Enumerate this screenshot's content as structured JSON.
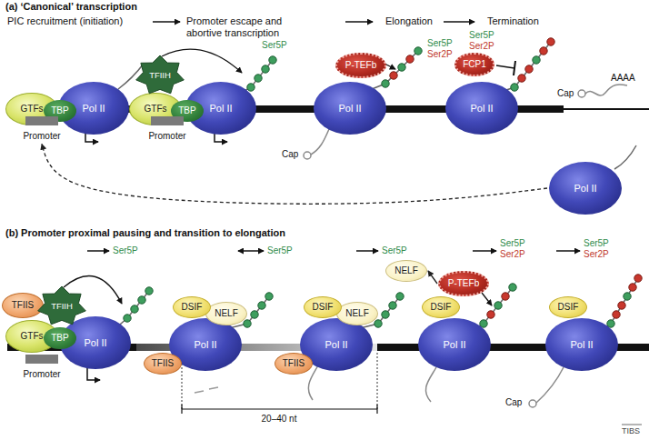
{
  "diagram": {
    "nodes": [
      {
        "text": [
          "GTFs"
        ]
      },
      {
        "text": [
          "TBP"
        ]
      },
      {
        "text": [
          "Pol II"
        ]
      },
      {
        "text": [
          "Promoter"
        ]
      },
      {
        "text": [
          "TFIIH"
        ]
      },
      {
        "text": [
          "GTFs"
        ]
      },
      {
        "text": [
          "TBP"
        ]
      },
      {
        "text": [
          "Pol II"
        ]
      },
      {
        "text": [
          "Promoter"
        ]
      },
      {
        "text": [
          "P-TEFb"
        ]
      },
      {
        "text": [
          "Pol II"
        ]
      },
      {
        "text": [
          "FCP1"
        ]
      },
      {
        "text": [
          "Pol II"
        ]
      },
      {
        "text": [
          "Pol II"
        ]
      },
      {
        "text": [
          "TFIIS"
        ]
      },
      {
        "text": [
          "TFIIH"
        ]
      },
      {
        "text": [
          "GTFs"
        ]
      },
      {
        "text": [
          "TBP"
        ]
      },
      {
        "text": [
          "Pol II"
        ]
      },
      {
        "text": [
          "Promoter"
        ]
      },
      {
        "text": [
          "DSIF"
        ]
      },
      {
        "text": [
          "NELF"
        ]
      },
      {
        "text": [
          "Pol II"
        ]
      },
      {
        "text": [
          "TFIIS"
        ]
      },
      {
        "text": [
          "DSIF"
        ]
      },
      {
        "text": [
          "NELF"
        ]
      },
      {
        "text": [
          "Pol II"
        ]
      },
      {
        "text": [
          "TFIIS"
        ]
      },
      {
        "text": [
          "NELF"
        ]
      },
      {
        "text": [
          "P-TEFb"
        ]
      },
      {
        "text": [
          "DSIF"
        ]
      },
      {
        "text": [
          "Pol II"
        ]
      },
      {
        "text": [
          "DSIF"
        ]
      },
      {
        "text": [
          "Pol II"
        ]
      }
    ],
    "edges": [
      {
        "from": 13,
        "to": 3,
        "arrow": "to"
      },
      {
        "from": 29,
        "to": 28,
        "arrow": "to"
      }
    ],
    "labels": [
      "(a) ‘Canonical’ transcription",
      "PIC recruitment (initiation)",
      "Promoter escape and abortive transcription",
      "Elongation",
      "Termination",
      "Ser5P",
      "Ser5P",
      "Ser2P",
      "Ser5P",
      "Ser2P",
      "Cap",
      "Cap",
      "AAAA",
      "(b) Promoter proximal pausing and transition to elongation",
      "Ser5P",
      "Ser5P",
      "Ser5P",
      "Ser5P",
      "Ser2P",
      "Ser5P",
      "Ser2P",
      "20–40 nt",
      "Cap",
      "TIBS"
    ]
  }
}
